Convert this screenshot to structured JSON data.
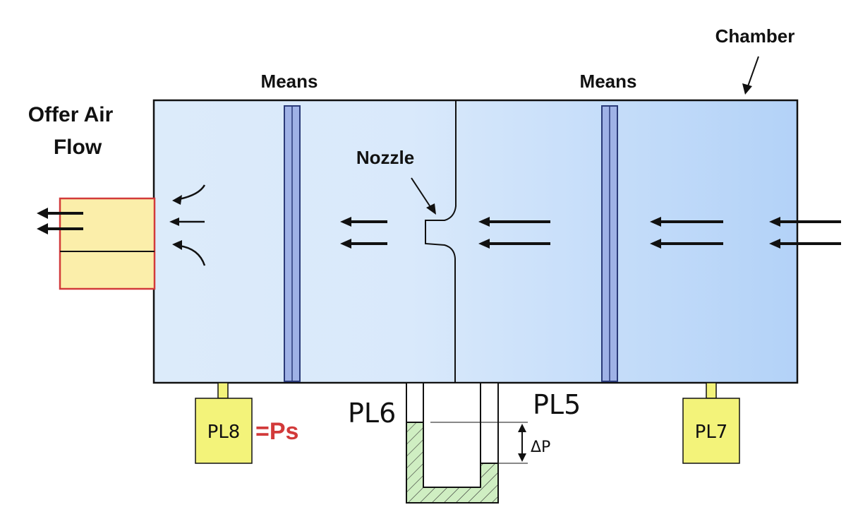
{
  "labels": {
    "offer_line1": "Offer Air",
    "offer_line2": "Flow",
    "means_left": "Means",
    "means_right": "Means",
    "chamber": "Chamber",
    "nozzle": "Nozzle",
    "pl5": "PL5",
    "pl6": "PL6",
    "pl7": "PL7",
    "pl8": "PL8",
    "ps": "=Ps",
    "delta_p": "ΔP"
  },
  "colors": {
    "chamber_left": "#dcebfa",
    "chamber_right": "#b7d5f8",
    "screen_fill": "#9fb2e6",
    "outlet_fill": "#fbeeaa",
    "outlet_border": "#d23a3a",
    "gauge_fill": "#f3f37a",
    "manometer_liquid": "#cfeec2",
    "ps_text": "#d23a3a"
  }
}
